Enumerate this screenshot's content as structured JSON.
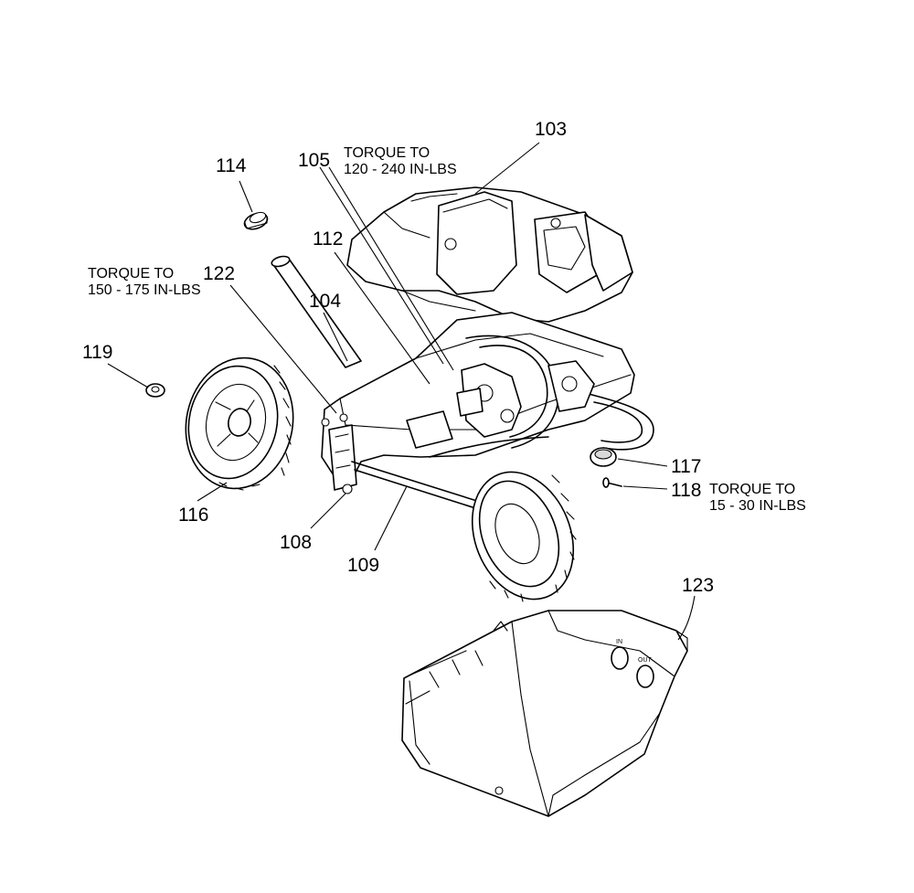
{
  "diagram": {
    "callouts": {
      "c103": "103",
      "c104": "104",
      "c105": "105",
      "c108": "108",
      "c109": "109",
      "c112": "112",
      "c114": "114",
      "c116": "116",
      "c117": "117",
      "c118": "118",
      "c119": "119",
      "c122": "122",
      "c123": "123"
    },
    "notes": {
      "n105_line1": "TORQUE TO",
      "n105_line2": "120 - 240 IN-LBS",
      "n122_line1": "TORQUE TO",
      "n122_line2": "150 - 175 IN-LBS",
      "n118_line1": "TORQUE TO",
      "n118_line2": "15 - 30 IN-LBS"
    },
    "shroud_port_labels": {
      "in": "IN",
      "out": "OUT"
    }
  }
}
